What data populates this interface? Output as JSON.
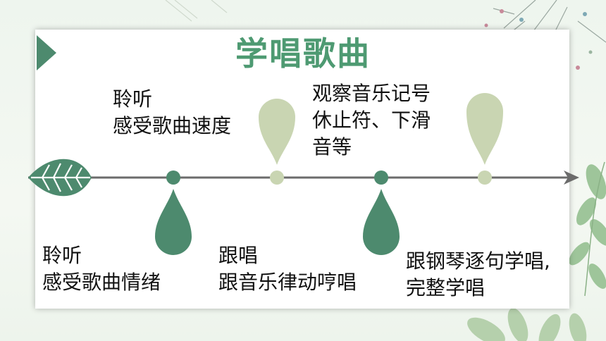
{
  "slide": {
    "title": "学唱歌曲"
  },
  "steps": {
    "s1": {
      "line1": "聆听",
      "line2": "感受歌曲情绪"
    },
    "s2": {
      "line1": "聆听",
      "line2": "感受歌曲速度"
    },
    "s3": {
      "line1": "跟唱",
      "line2": "跟音乐律动哼唱"
    },
    "s4": {
      "line1": "观察音乐记号",
      "line2": "休止符、下滑",
      "line3": "音等"
    },
    "s5": {
      "line1": "跟钢琴逐句学唱,",
      "line2": "完整学唱"
    }
  },
  "colors": {
    "dark_green": "#4d8a6e",
    "light_green": "#c9d5b2",
    "axis": "#6b6b6b",
    "title": "#4e9a72"
  }
}
